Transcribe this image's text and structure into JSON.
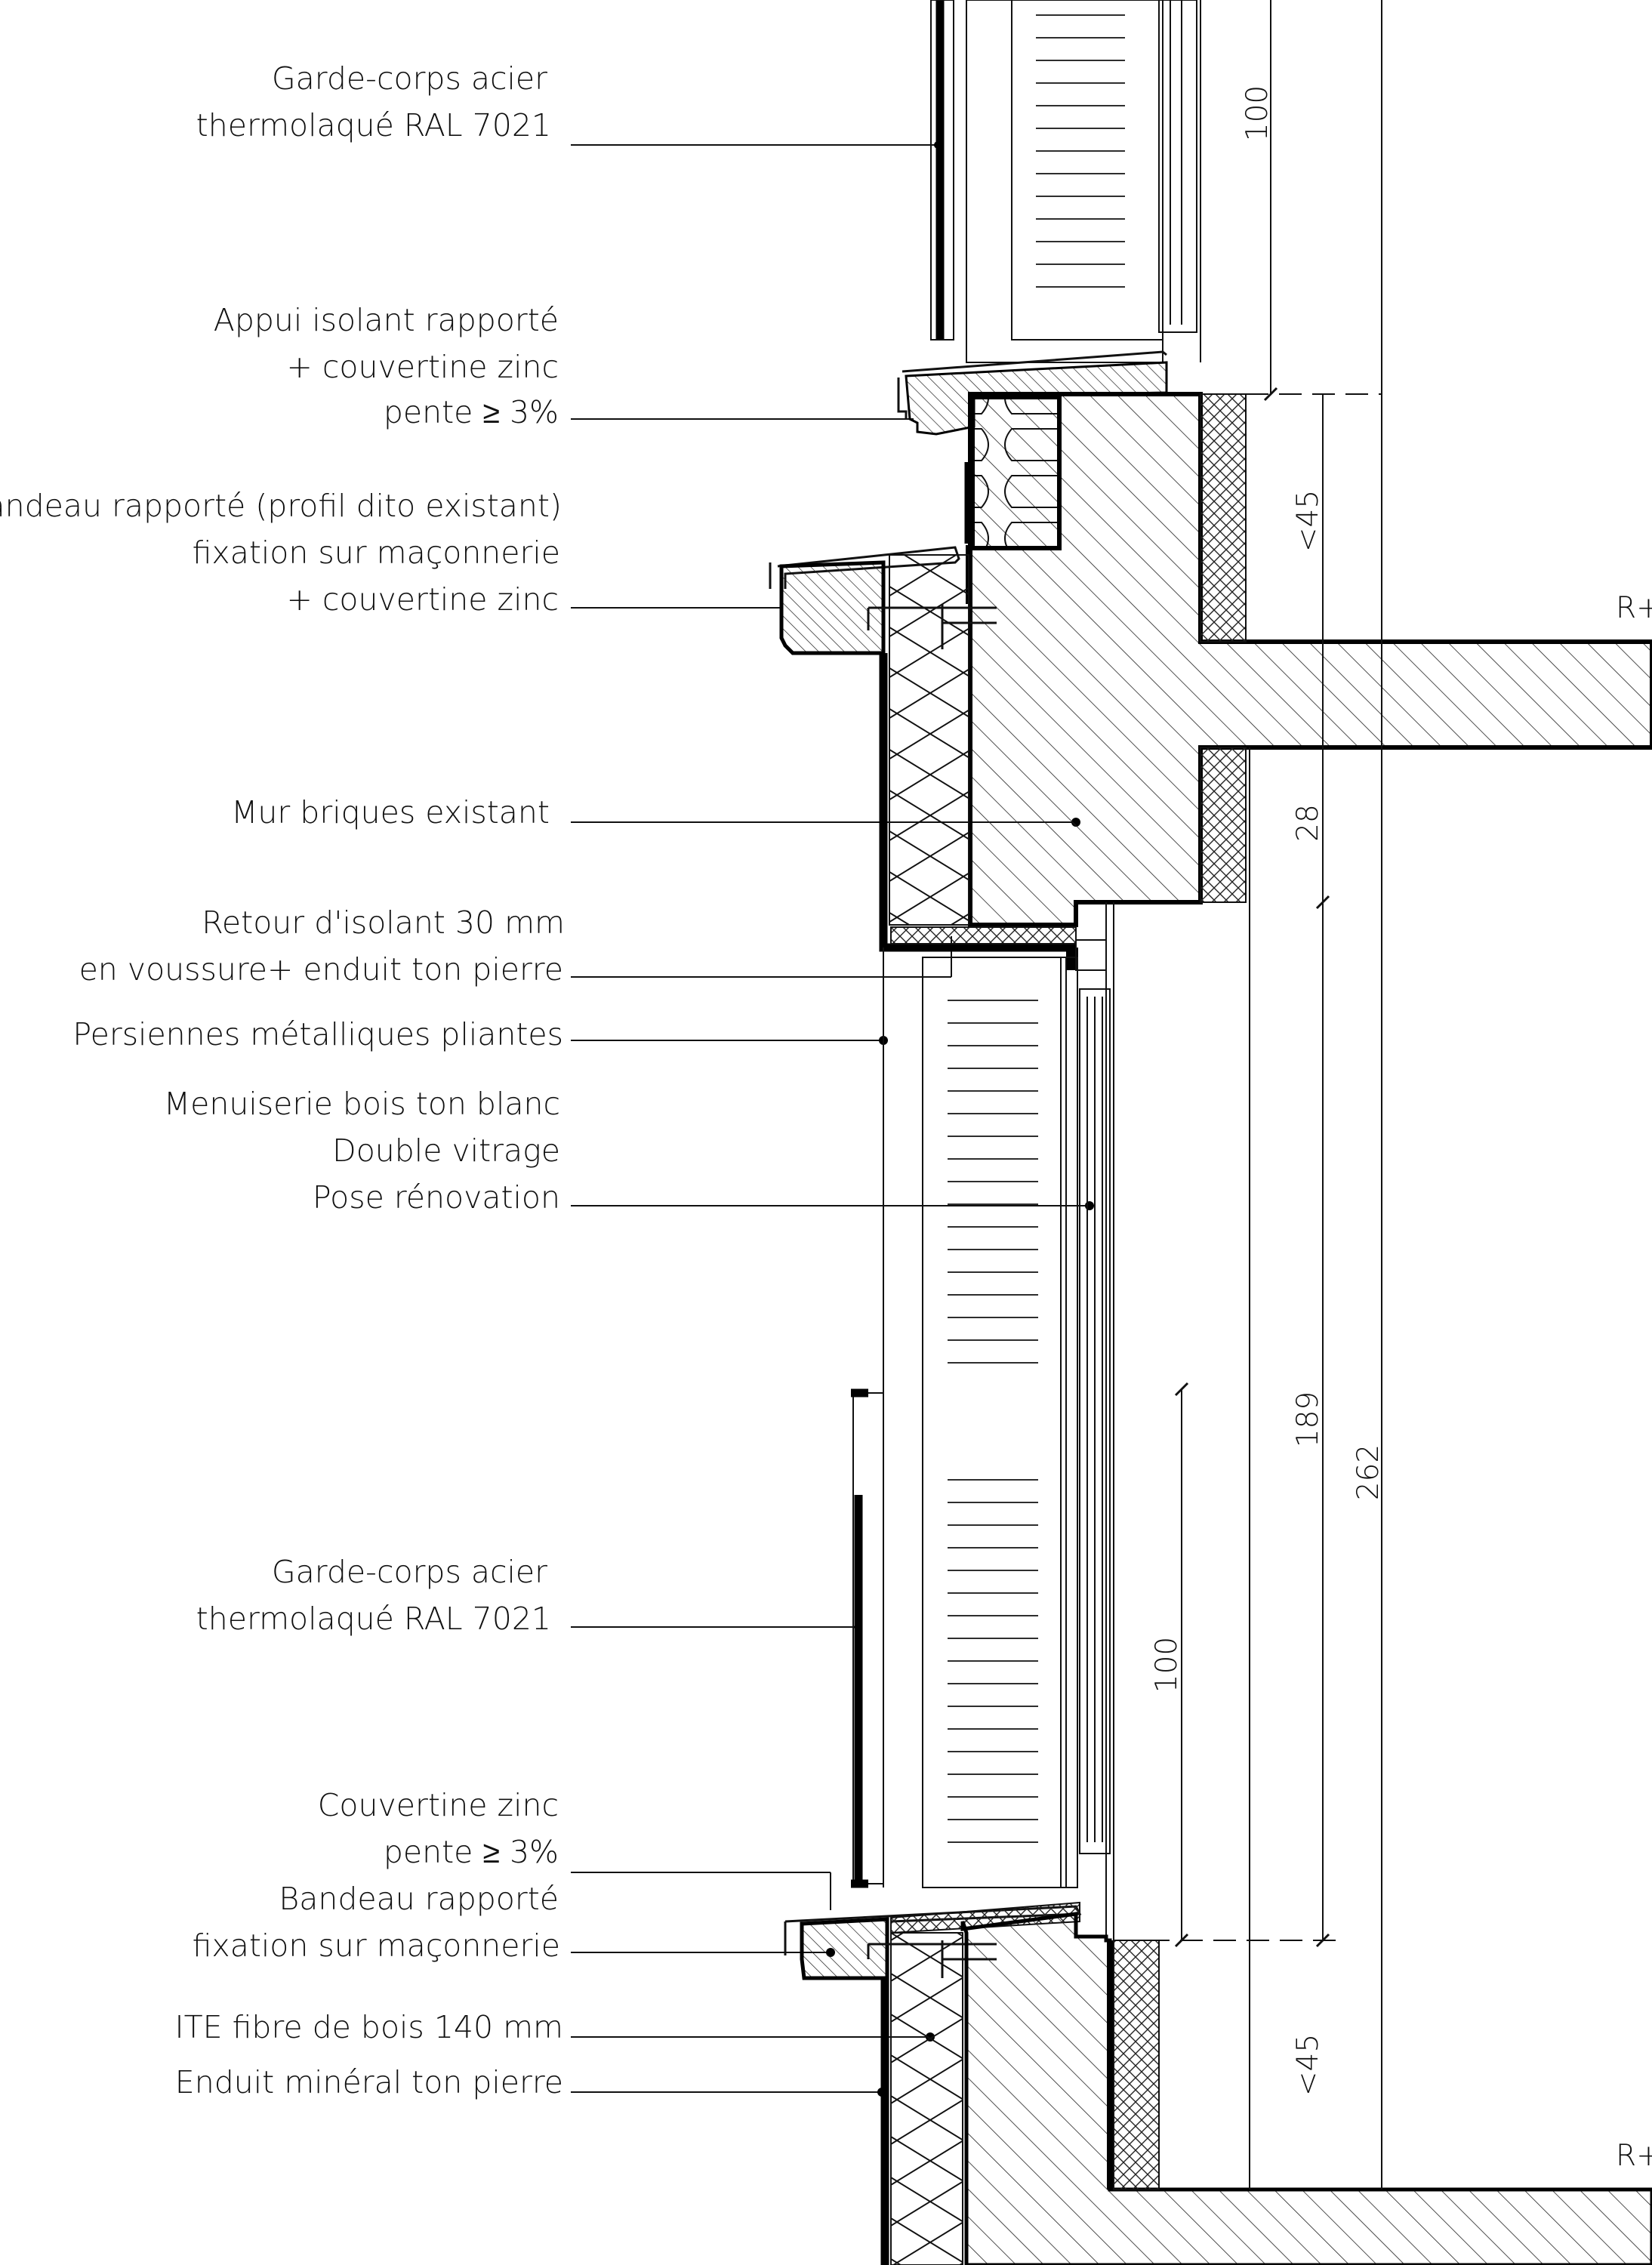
{
  "labels": {
    "gc_top_1": "Garde-corps acier",
    "gc_top_2": "thermolaqué RAL 7021",
    "appui_1": "Appui isolant rapporté",
    "appui_2": "+ couvertine zinc",
    "appui_3": "pente ≥ 3%",
    "bandeau_1": "andeau rapporté (profil dito existant)",
    "bandeau_2": "fixation sur maçonnerie",
    "bandeau_3": "+ couvertine zinc",
    "mur": "Mur briques existant",
    "retour_1": "Retour d'isolant 30 mm",
    "retour_2": "en voussure+ enduit ton pierre",
    "persiennes": "Persiennes métalliques pliantes",
    "menuiserie_1": "Menuiserie bois ton blanc",
    "menuiserie_2": "Double vitrage",
    "menuiserie_3": "Pose rénovation",
    "gc_bot_1": "Garde-corps acier",
    "gc_bot_2": "thermolaqué RAL 7021",
    "couv_1": "Couvertine zinc",
    "couv_2": "pente ≥ 3%",
    "couv_3": "Bandeau rapporté",
    "couv_4": "fixation sur maçonnerie",
    "ite": "ITE fibre de bois 140 mm",
    "enduit": "Enduit minéral ton pierre"
  },
  "dimensions": {
    "d100_top": "100",
    "d45_top": "<45",
    "d28": "28",
    "d189": "189",
    "d262": "262",
    "d100_bot": "100",
    "d45_bot": "<45"
  },
  "levels": {
    "level_top": "R+",
    "level_bot": "R+"
  }
}
